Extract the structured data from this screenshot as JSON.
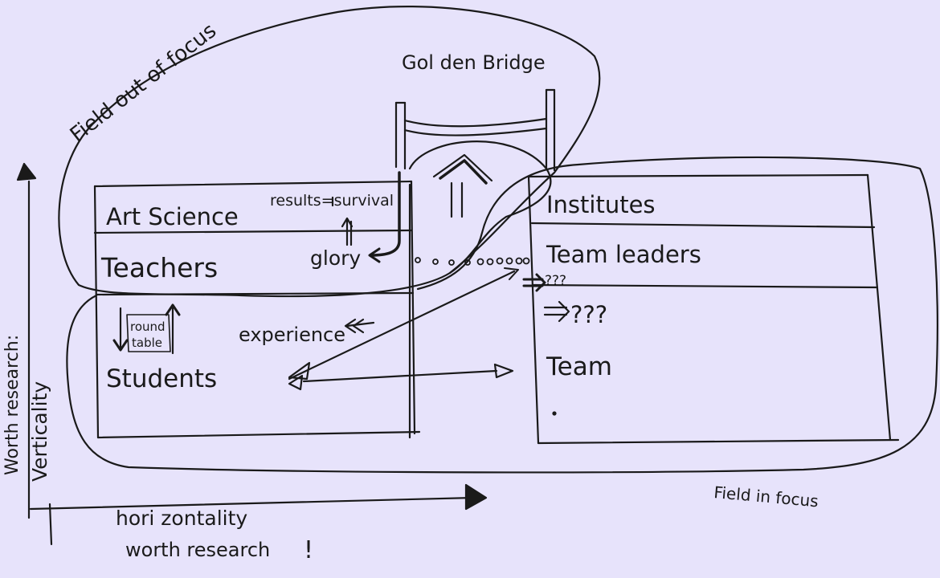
{
  "labels": {
    "field_out_of_focus": "Field out of focus",
    "golden_bridge": "Gol den Bridge",
    "art_science": "Art Science",
    "results_survival": "results=survival",
    "glory": "glory",
    "teachers": "Teachers",
    "round_table_1": "round",
    "round_table_2": "table",
    "experience": "experience",
    "students": "Students",
    "institutes": "Institutes",
    "team_leaders": "Team leaders",
    "qmarks_small": "???",
    "qmarks_big": "???",
    "team": "Team",
    "field_in_focus": "Field in focus",
    "horizontality": "hori zontality",
    "worth_research_bottom": "worth research",
    "exclamation": "!",
    "verticality": "Verticality",
    "worth_research_side": "Worth research:"
  },
  "colors": {
    "background": "#e7e3fb",
    "ink": "#1a1a1a"
  }
}
